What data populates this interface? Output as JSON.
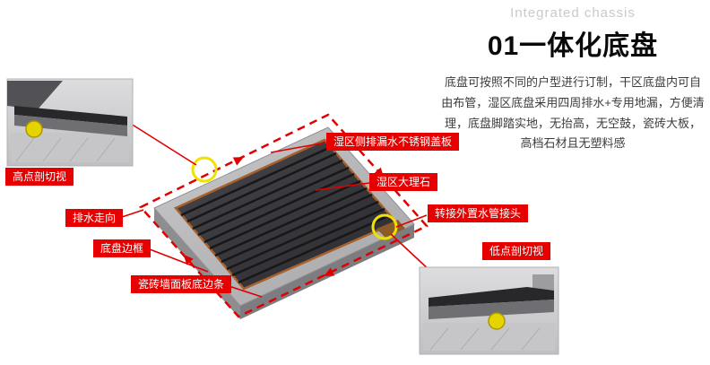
{
  "header": {
    "subtitle": "Integrated chassis",
    "title": "01一体化底盘",
    "description": "底盘可按照不同的户型进行订制，干区底盘内可自由布管，湿区底盘采用四周排水+专用地漏，方便清理，底盘脚踏实地，无抬高，无空鼓，瓷砖大板，高档石材且无塑料感"
  },
  "callouts": {
    "high_section": "高点剖切视",
    "drain_direction": "排水走向",
    "chassis_frame": "底盘边框",
    "tile_trim": "瓷砖墙面板底边条",
    "steel_cover": "湿区侧排漏水不锈钢盖板",
    "marble": "湿区大理石",
    "pipe_adapter": "转接外置水管接头",
    "low_section": "低点剖切视"
  },
  "colors": {
    "callout_red": "#e60000",
    "dashed_outline_red": "#e00000",
    "highlight_yellow": "#f0e200",
    "tile_dark": "#333336",
    "frame_orange": "#a8612c",
    "subtitle_gray": "#c9c9c9"
  }
}
